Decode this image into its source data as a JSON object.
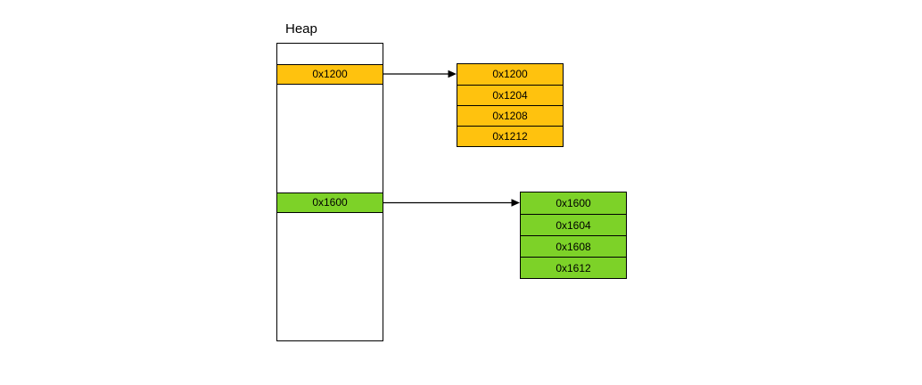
{
  "diagram": {
    "title": "Heap",
    "colors": {
      "orange": "#FFC20E",
      "green": "#7DD228",
      "border": "#000000",
      "background": "#FFFFFF",
      "arrow": "#000000",
      "text": "#000000"
    },
    "heap": {
      "pointer_cells": [
        {
          "label": "0x1200",
          "color_name": "orange"
        },
        {
          "label": "0x1600",
          "color_name": "green"
        }
      ]
    },
    "blocks": [
      {
        "color_name": "orange",
        "rows": [
          "0x1200",
          "0x1204",
          "0x1208",
          "0x1212"
        ]
      },
      {
        "color_name": "green",
        "rows": [
          "0x1600",
          "0x1604",
          "0x1608",
          "0x1612"
        ]
      }
    ]
  }
}
